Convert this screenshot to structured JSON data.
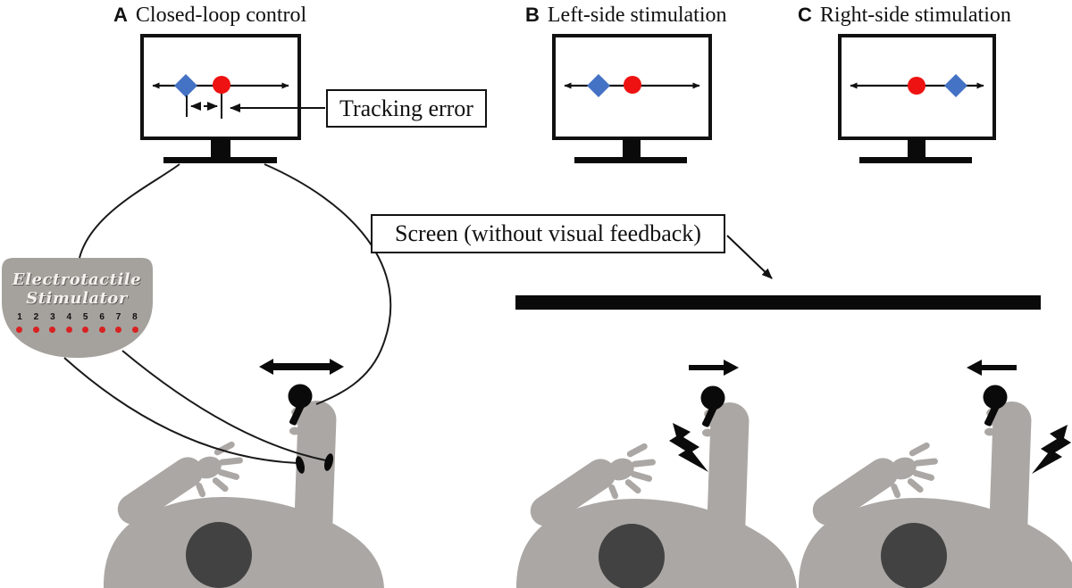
{
  "figure": {
    "panels": [
      {
        "label": "A",
        "title": "Closed-loop control"
      },
      {
        "label": "B",
        "title": "Left-side stimulation"
      },
      {
        "label": "C",
        "title": "Right-side stimulation"
      }
    ],
    "callouts": {
      "tracking_error": "Tracking error",
      "screen": "Screen (without visual feedback)"
    },
    "stimulator": {
      "name_line1": "Electrotactile",
      "name_line2": "Stimulator",
      "channels": [
        "1",
        "2",
        "3",
        "4",
        "5",
        "6",
        "7",
        "8"
      ]
    },
    "colors": {
      "target_blue": "#4472c4",
      "cursor_red": "#ee1212",
      "body_gray": "#aba7a4",
      "head_gray": "#424242",
      "device_gray": "#a5a19d",
      "led_red": "#d92121",
      "ink": "#111111"
    }
  }
}
